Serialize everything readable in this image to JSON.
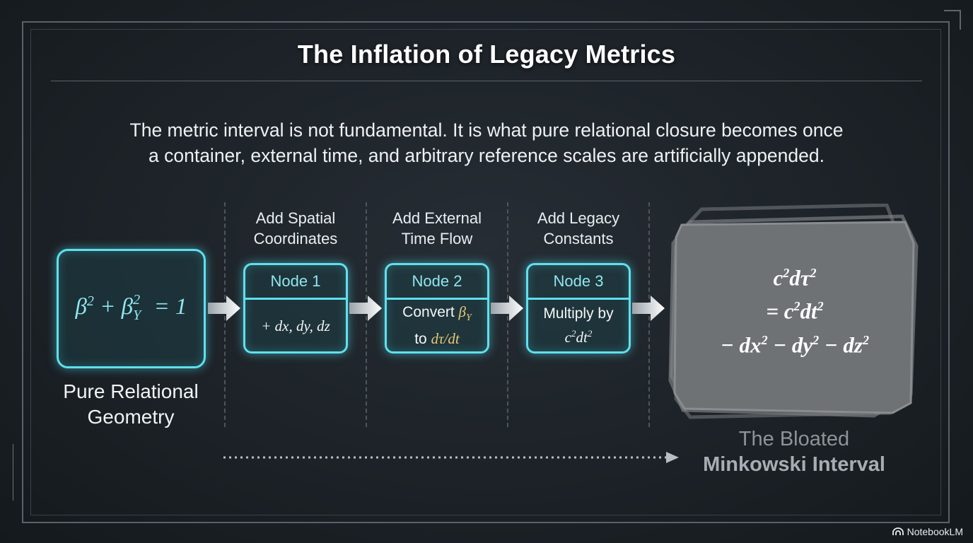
{
  "title": "The Inflation of Legacy Metrics",
  "subtitle_line1": "The metric interval is not fundamental. It is what pure relational closure becomes once",
  "subtitle_line2": "a container, external time, and arbitrary reference scales are artificially appended.",
  "start": {
    "label_line1": "Pure Relational",
    "label_line2": "Geometry"
  },
  "stages": [
    {
      "label_line1": "Add Spatial",
      "label_line2": "Coordinates",
      "node": "Node 1"
    },
    {
      "label_line1": "Add External",
      "label_line2": "Time Flow",
      "node": "Node 2",
      "body_word1": "Convert",
      "body_word2": "to"
    },
    {
      "label_line1": "Add Legacy",
      "label_line2": "Constants",
      "node": "Node 3",
      "body_line1": "Multiply by"
    }
  ],
  "end": {
    "label_line1": "The Bloated",
    "label_line2": "Minkowski Interval"
  },
  "brand": "NotebookLM",
  "colors": {
    "glow": "#5fe0ee",
    "math_gold": "#e6c97a",
    "bloated_fill": "#6f7275"
  },
  "icons": [
    "arrow-right-icon",
    "notebooklm-logo-icon"
  ]
}
